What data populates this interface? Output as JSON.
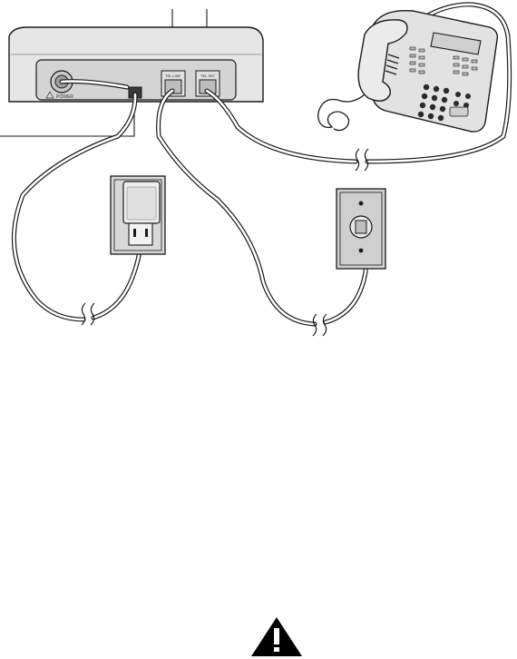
{
  "base_unit": {
    "power_label": "POWER",
    "telline_label": "TEL LINE",
    "telset_label": "TEL SET"
  },
  "colors": {
    "outline": "#1a1a1a",
    "unit_fill": "#e6e6e6",
    "unit_panel": "#d4d4d4",
    "jack_fill": "#bdbdbd",
    "wallplate_fill": "#cfcfcf",
    "warning_fill": "#000000"
  },
  "icons": {
    "warning": "warning-triangle-icon",
    "power_adapter": "ac-adapter-icon",
    "wall_jack": "telephone-wall-jack-icon",
    "desk_phone": "desk-telephone-icon"
  }
}
